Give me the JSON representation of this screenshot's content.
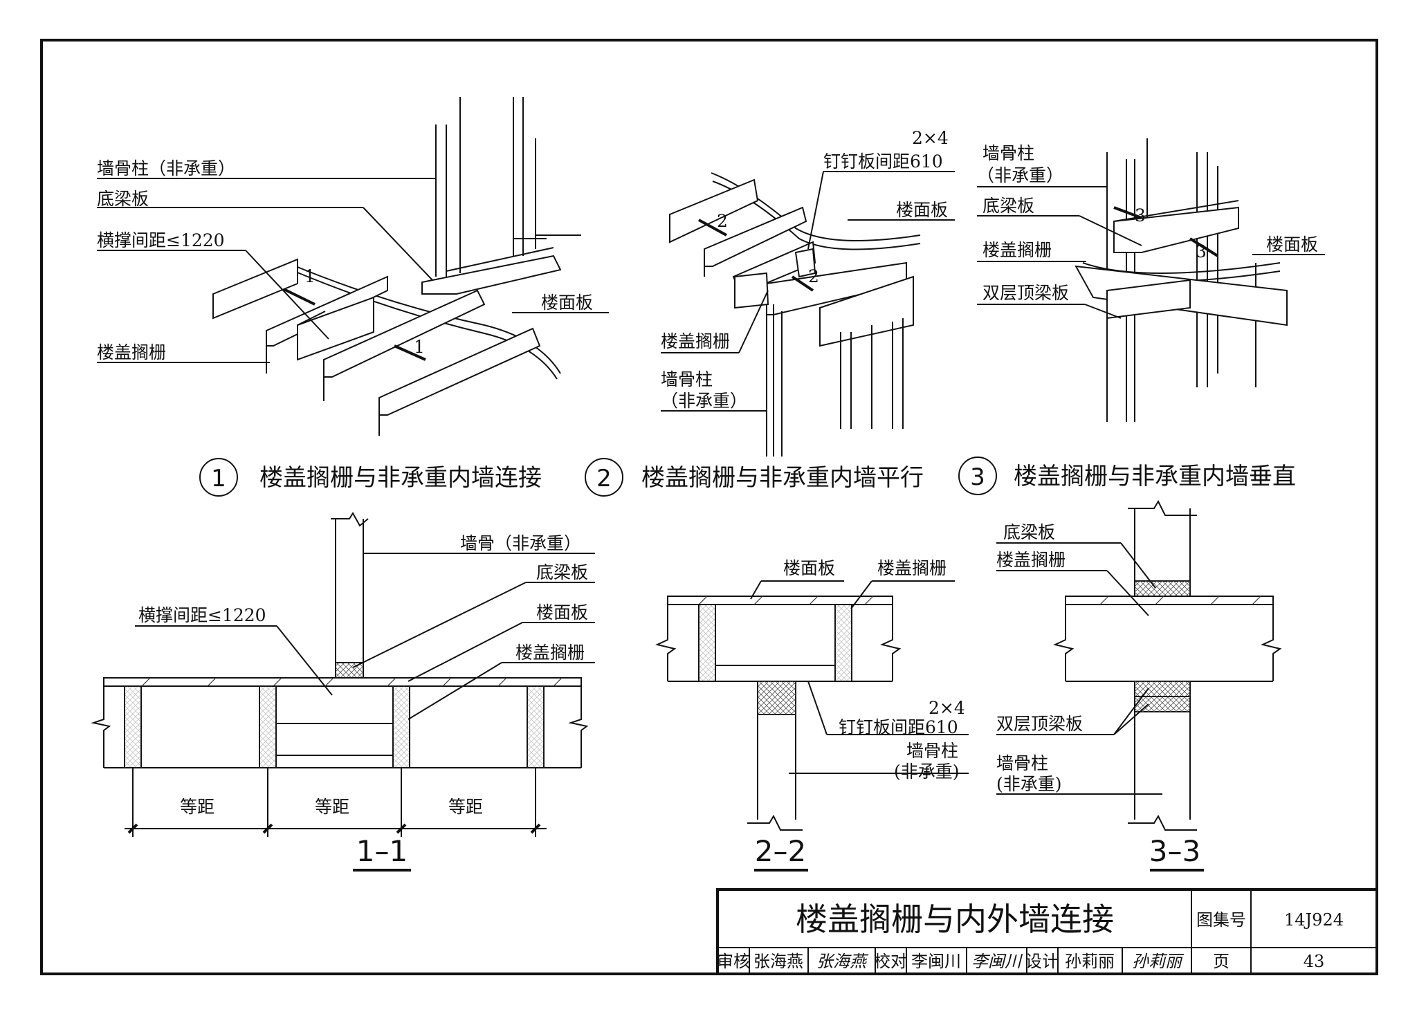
{
  "detail1": {
    "labels": {
      "stud": "墙骨柱（非承重）",
      "bottom_plate": "底梁板",
      "blocking": "横撑间距≤1220",
      "subfloor": "楼面板",
      "joist": "楼盖搁栅"
    },
    "caption_num": "1",
    "caption": "楼盖搁栅与非承重内墙连接"
  },
  "detail2": {
    "labels": {
      "nailer_size": "2×4",
      "nailer": "钉钉板间距610",
      "subfloor": "楼面板",
      "joist": "楼盖搁栅",
      "stud": "墙骨柱",
      "stud_note": "（非承重）"
    },
    "caption_num": "2",
    "caption": "楼盖搁栅与非承重内墙平行"
  },
  "detail3": {
    "labels": {
      "stud": "墙骨柱",
      "stud_note": "（非承重）",
      "bottom_plate": "底梁板",
      "joist": "楼盖搁栅",
      "top_plate": "双层顶梁板",
      "subfloor": "楼面板"
    },
    "caption_num": "3",
    "caption": "楼盖搁栅与非承重内墙垂直"
  },
  "markers": {
    "m1": "1",
    "m2": "2",
    "m3": "3"
  },
  "section1": {
    "labels": {
      "stud": "墙骨（非承重）",
      "bottom_plate": "底梁板",
      "blocking": "横撑间距≤1220",
      "subfloor": "楼面板",
      "joist": "楼盖搁栅",
      "equal": "等距"
    },
    "name": "1–1"
  },
  "section2": {
    "labels": {
      "subfloor": "楼面板",
      "joist": "楼盖搁栅",
      "nailer_size": "2×4",
      "nailer": "钉钉板间距610",
      "stud": "墙骨柱",
      "stud_note": "(非承重)"
    },
    "name": "2–2"
  },
  "section3": {
    "labels": {
      "bottom_plate": "底梁板",
      "joist": "楼盖搁栅",
      "top_plate": "双层顶梁板",
      "stud": "墙骨柱",
      "stud_note": "(非承重)"
    },
    "name": "3–3"
  },
  "title_block": {
    "title": "楼盖搁栅与内外墙连接",
    "atlas_label": "图集号",
    "atlas_no": "14J924",
    "review_label": "审核",
    "reviewer": "张海燕",
    "reviewer_sign": "张海燕",
    "check_label": "校对",
    "checker": "李闽川",
    "checker_sign": "李闽川",
    "design_label": "设计",
    "designer": "孙莉丽",
    "designer_sign": "孙莉丽",
    "page_label": "页",
    "page_no": "43"
  }
}
